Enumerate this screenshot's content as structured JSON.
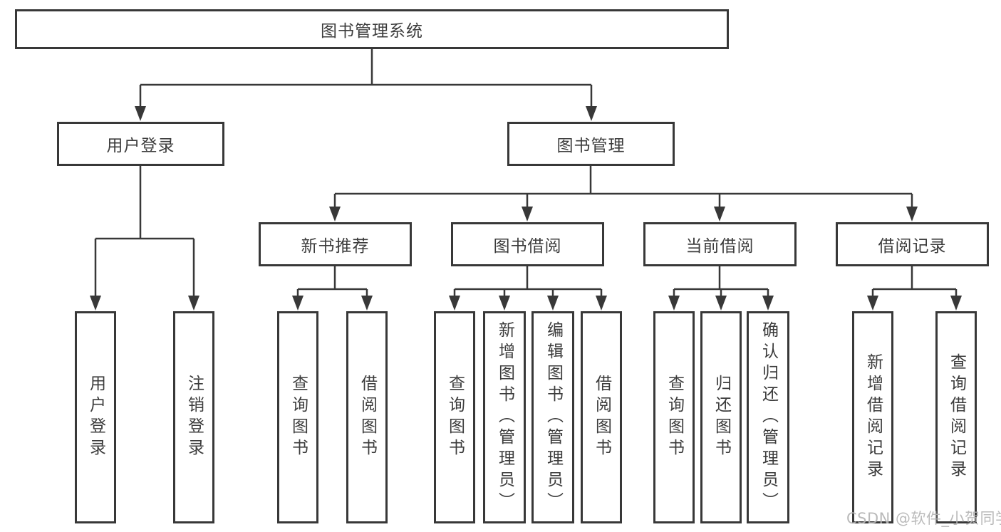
{
  "diagram": {
    "title": "图书管理系统",
    "tree": {
      "label": "图书管理系统",
      "children": [
        {
          "label": "用户登录",
          "children": [
            {
              "label": "用户登录"
            },
            {
              "label": "注销登录"
            }
          ]
        },
        {
          "label": "图书管理",
          "children": [
            {
              "label": "新书推荐",
              "children": [
                {
                  "label": "查询图书"
                },
                {
                  "label": "借阅图书"
                }
              ]
            },
            {
              "label": "图书借阅",
              "children": [
                {
                  "label": "查询图书"
                },
                {
                  "label": "新增图书（管理员）"
                },
                {
                  "label": "编辑图书（管理员）"
                },
                {
                  "label": "借阅图书"
                }
              ]
            },
            {
              "label": "当前借阅",
              "children": [
                {
                  "label": "查询图书"
                },
                {
                  "label": "归还图书"
                },
                {
                  "label": "确认归还（管理员）"
                }
              ]
            },
            {
              "label": "借阅记录",
              "children": [
                {
                  "label": "新增借阅记录"
                },
                {
                  "label": "查询借阅记录"
                }
              ]
            }
          ]
        }
      ]
    }
  },
  "watermark": {
    "text": "CSDN @软件_小贺同学"
  },
  "colors": {
    "line": "#383838",
    "text": "#3c3c3c",
    "background": "#ffffff",
    "watermark": "#b5b5b5"
  }
}
